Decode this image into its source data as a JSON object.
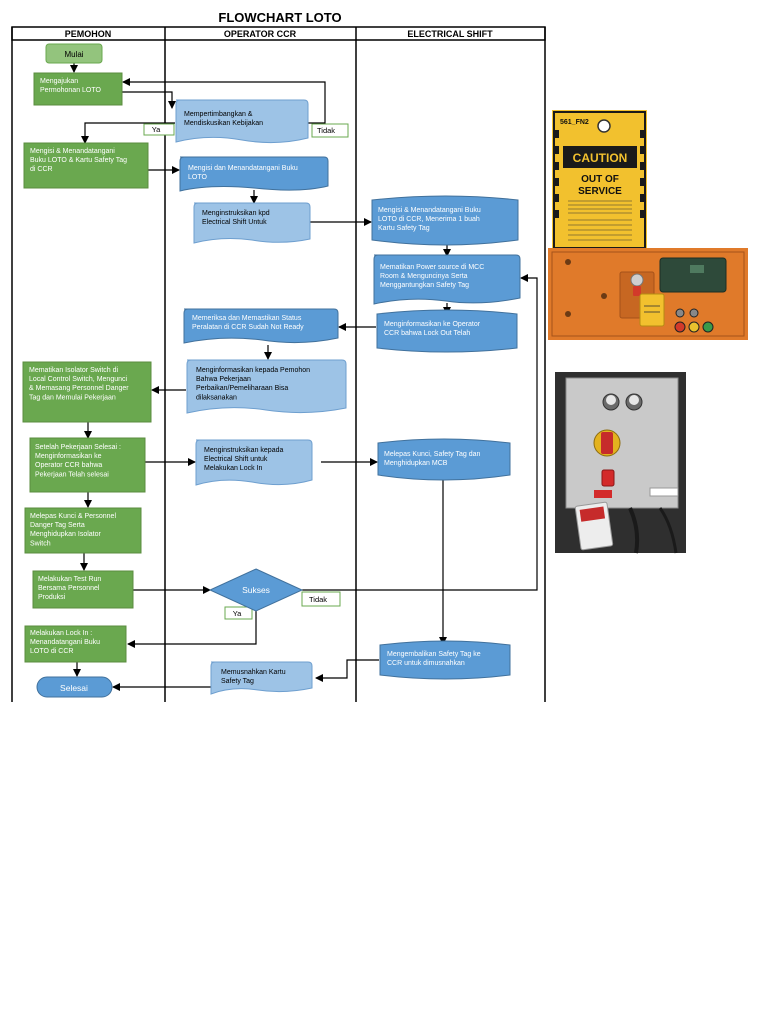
{
  "title": "FLOWCHART LOTO",
  "lanes": {
    "pemohon": "PEMOHON",
    "operator": "OPERATOR CCR",
    "electrical": "ELECTRICAL SHIFT"
  },
  "nodes": {
    "mulai": [
      "Mulai"
    ],
    "mengajukan": [
      "Mengajukan",
      "Permohonan LOTO"
    ],
    "mempertimbangkan": [
      "Mempertimbangkan &",
      "Mendiskusikan Kebijakan"
    ],
    "mengisi_pemohon": [
      "Mengisi & Menandatangani",
      "Buku LOTO & Kartu Safety Tag",
      "di CCR"
    ],
    "mengisi_operator": [
      "Mengisi dan Menandatangani Buku",
      "LOTO"
    ],
    "menginstruksikan_1": [
      "Menginstruksikan kpd",
      "Electrical Shift Untuk"
    ],
    "mengisi_electrical": [
      "Mengisi & Menandatangani Buku",
      "LOTO di CCR, Menerima 1 buah",
      "Kartu Safety Tag"
    ],
    "mematikan_power": [
      "Mematikan Power source di MCC",
      "Room & Menguncinya Serta",
      "Menggantungkan Safety Tag"
    ],
    "menginformasikan_lock": [
      "Menginformasikan ke Operator",
      "CCR bahwa Lock Out Telah"
    ],
    "memeriksa": [
      "Memeriksa dan Memastikan Status",
      "Peralatan di CCR Sudah Not Ready"
    ],
    "menginformasikan_pemohon": [
      "Menginformasikan kepada Pemohon",
      "Bahwa Pekerjaan",
      "Perbaikan/Pemeliharaan Bisa",
      "dilaksanakan"
    ],
    "mematikan_isolator": [
      "Mematikan Isolator Switch di",
      "Local Control Switch, Mengunci",
      "& Memasang Personnel Danger",
      "Tag dan Memulai Pekerjaan"
    ],
    "setelah_selesai": [
      "Setelah Pekerjaan Selesai :",
      "Menginformasikan ke",
      "Operator CCR bahwa",
      "Pekerjaan Telah selesai"
    ],
    "menginstruksikan_lockin": [
      "Menginstruksikan kepada",
      "Electrical Shift untuk",
      "Melakukan Lock In"
    ],
    "melepas_kunci_mcb": [
      "Melepas Kunci, Safety Tag dan",
      "Menghidupkan MCB"
    ],
    "melepas_kunci_personnel": [
      "Melepas Kunci & Personnel",
      "Danger Tag Serta",
      "Menghidupkan Isolator",
      "Switch"
    ],
    "test_run": [
      "Melakukan Test Run",
      "Bersama Personnel",
      "Produksi"
    ],
    "sukses": [
      "Sukses"
    ],
    "melakukan_lockin": [
      "Melakukan Lock In :",
      "Menandatangani Buku",
      "LOTO di CCR"
    ],
    "mengembalikan": [
      "Mengembalikan Safety Tag ke",
      "CCR untuk dimusnahkan"
    ],
    "memusnahkan": [
      "Memusnahkan Kartu",
      "Safety Tag"
    ],
    "selesai": [
      "Selesai"
    ]
  },
  "edge_labels": {
    "ya_1": "Ya",
    "tidak_1": "Tidak",
    "ya_2": "Ya",
    "tidak_2": "Tidak"
  },
  "photos": {
    "caution_tag": {
      "code": "561_FN2",
      "heading": "CAUTION",
      "line1": "OUT OF",
      "line2": "SERVICE"
    },
    "panel_orange": {},
    "panel_grey": {}
  },
  "colors": {
    "green": "#6aa84f",
    "blue": "#5b9bd5",
    "light_blue": "#9dc3e6",
    "caution_yellow": "#f2c12e",
    "panel_orange": "#e07a2a"
  }
}
